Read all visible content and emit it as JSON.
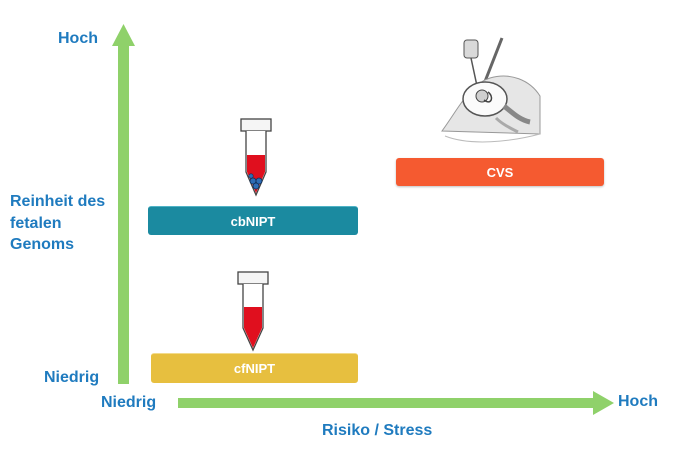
{
  "y_axis": {
    "high_label": "Hoch",
    "title": "Reinheit des fetalen Genoms",
    "low_label": "Niedrig"
  },
  "x_axis": {
    "low_label": "Niedrig",
    "high_label": "Hoch",
    "title": "Risiko / Stress"
  },
  "methods": [
    {
      "label": "CVS",
      "color": "#f55a30"
    },
    {
      "label": "cbNIPT",
      "color": "#1b8aa0"
    },
    {
      "label": "cfNIPT",
      "color": "#e7bf3f"
    }
  ],
  "colors": {
    "axis_arrow": "#8fd16a",
    "label_text": "#1f7bbf",
    "blood": "#e00f1e",
    "fetal_cells": "#2f6db5"
  },
  "icons": [
    "blood-tube-with-cells-icon",
    "blood-tube-icon",
    "cvs-procedure-illustration"
  ]
}
